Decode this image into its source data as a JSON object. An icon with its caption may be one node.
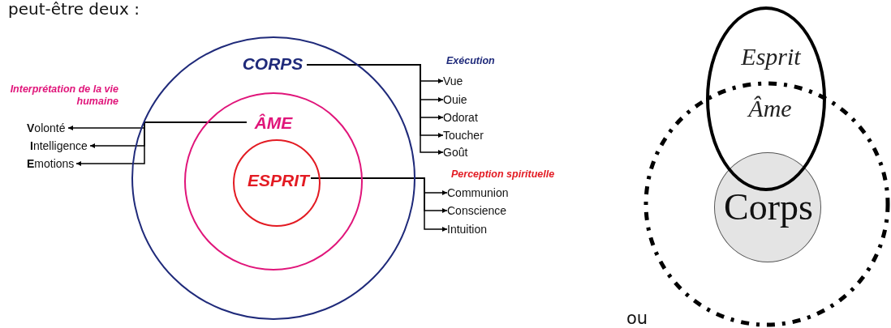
{
  "diagram": {
    "nodes": [
      {
        "text": [],
        "shape": "circle"
      },
      {
        "text": [
          "CORPS"
        ],
        "in": 0
      },
      {
        "text": [],
        "shape": "circle",
        "in": 0
      },
      {
        "text": [
          "ÂME"
        ],
        "in": 2
      },
      {
        "text": [],
        "shape": "circle",
        "in": 2
      },
      {
        "text": [
          "ESPRIT"
        ],
        "in": 4
      },
      {
        "text": [
          "**V**olonté"
        ]
      },
      {
        "text": [
          "**I**ntelligence"
        ]
      },
      {
        "text": [
          "**E**motions"
        ]
      },
      {
        "text": [
          "Vue"
        ]
      },
      {
        "text": [
          "Ouie"
        ]
      },
      {
        "text": [
          "Odorat"
        ]
      },
      {
        "text": [
          "Toucher"
        ]
      },
      {
        "text": [
          "Goût"
        ]
      },
      {
        "text": [
          "Communion"
        ]
      },
      {
        "text": [
          "Conscience"
        ]
      },
      {
        "text": [
          "Intuition"
        ]
      },
      {
        "text": [
          "Esprit",
          "Âme"
        ]
      },
      {
        "text": [],
        "shape": "circle"
      },
      {
        "text": [
          "Corps"
        ],
        "in": 18
      }
    ],
    "edges": [
      {
        "from": 1,
        "to": 9,
        "arrow": "to"
      },
      {
        "from": 1,
        "to": 10,
        "arrow": "to"
      },
      {
        "from": 1,
        "to": 11,
        "arrow": "to"
      },
      {
        "from": 1,
        "to": 12,
        "arrow": "to"
      },
      {
        "from": 1,
        "to": 13,
        "arrow": "to"
      },
      {
        "from": 3,
        "to": 6,
        "arrow": "to"
      },
      {
        "from": 3,
        "to": 7,
        "arrow": "to"
      },
      {
        "from": 3,
        "to": 8,
        "arrow": "to"
      },
      {
        "from": 5,
        "to": 14,
        "arrow": "to"
      },
      {
        "from": 5,
        "to": 15,
        "arrow": "to"
      },
      {
        "from": 5,
        "to": 16,
        "arrow": "to"
      }
    ],
    "labels": [
      "peut-être deux :",
      "Exécution",
      "Interprétation de la vie humaine",
      "Perception spirituelle",
      "ou"
    ]
  }
}
